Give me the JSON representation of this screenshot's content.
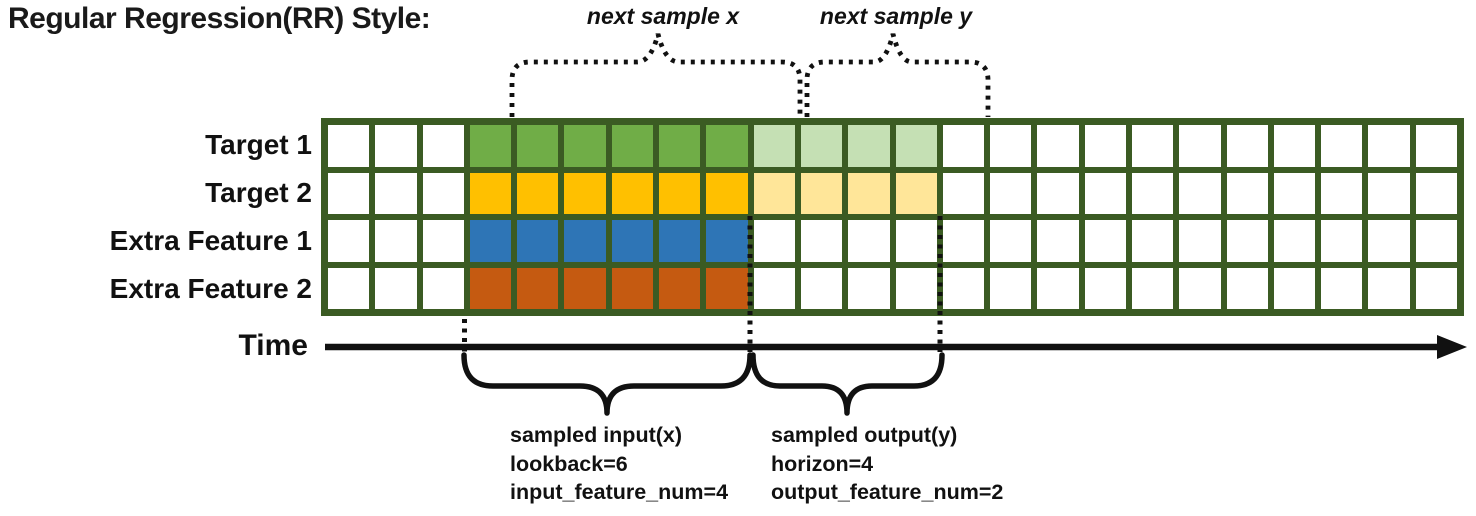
{
  "title": "Regular Regression(RR) Style:",
  "colors": {
    "grid_line": "#3B5B23",
    "cell_empty": "#FFFFFF",
    "target1_input": "#70AD47",
    "target1_output": "#C5E0B4",
    "target2_input": "#FFC000",
    "target2_output": "#FFE699",
    "extra_feature1_input": "#2E75B6",
    "extra_feature2_input": "#C55A11",
    "annotation_ink": "#111111"
  },
  "grid": {
    "num_columns": 24,
    "input_start_col": 3,
    "lookback": 6,
    "horizon": 4,
    "rows": [
      {
        "label": "Target 1",
        "input_color": "#70AD47",
        "output_color": "#C5E0B4"
      },
      {
        "label": "Target 2",
        "input_color": "#FFC000",
        "output_color": "#FFE699"
      },
      {
        "label": "Extra Feature 1",
        "input_color": "#2E75B6",
        "output_color": null
      },
      {
        "label": "Extra Feature 2",
        "input_color": "#C55A11",
        "output_color": null
      }
    ]
  },
  "top_annotations": {
    "next_sample_x": "next sample x",
    "next_sample_y": "next sample y"
  },
  "time_axis": {
    "label": "Time"
  },
  "bottom_annotations": {
    "input": {
      "line1": "sampled input(x)",
      "line2": "lookback=6",
      "line3": "input_feature_num=4"
    },
    "output": {
      "line1": "sampled output(y)",
      "line2": "horizon=4",
      "line3": "output_feature_num=2"
    }
  }
}
